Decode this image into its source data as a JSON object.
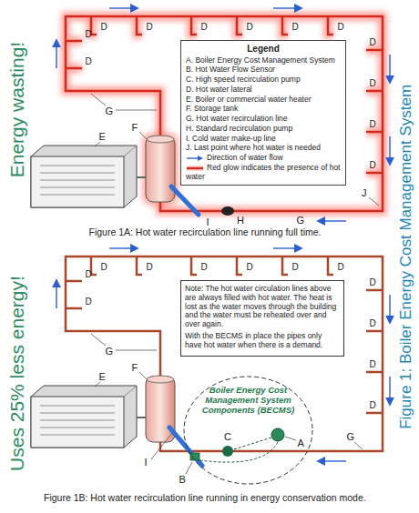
{
  "diagram": {
    "title": "Figure 1: Boiler Energy Cost Management System",
    "nodes": [
      {
        "text": [
          "Note: The hot water circulation lines above are always filled with hot water. The heat is lost as the water moves through the building and the water must be reheated over and over again.",
          "With the BECMS in place the pipes only have hot water when there is a demand."
        ]
      },
      {
        "text": [
          "Boiler Energy Cost Management System Components (BECMS)"
        ]
      }
    ],
    "labels": [
      "Energy wasting!",
      "Uses 25% less energy!",
      "Legend",
      "Figure 1A: Hot water recirculation line running full time.",
      "Figure 1B: Hot water recirculation line running in energy conservation mode.",
      "D",
      "D",
      "D",
      "D",
      "D",
      "D",
      "D",
      "D",
      "D",
      "D",
      "D",
      "D",
      "G",
      "G",
      "E",
      "F",
      "H",
      "I",
      "J",
      "D",
      "D",
      "D",
      "D",
      "D",
      "D",
      "D",
      "D",
      "D",
      "D",
      "D",
      "D",
      "G",
      "G",
      "E",
      "F",
      "I",
      "A",
      "B",
      "C"
    ],
    "legend": [
      {
        "text": "A. Boiler Energy Cost Management System"
      },
      {
        "text": "B. Hot Water Flow Sensor"
      },
      {
        "text": "C. High speed recirculation pump"
      },
      {
        "text": "D. Hot water lateral"
      },
      {
        "text": "E. Boiler or commercial water heater"
      },
      {
        "text": "F. Storage tank"
      },
      {
        "text": "G. Hot water recirculation line"
      },
      {
        "text": "H. Standard recirculation pump"
      },
      {
        "text": "I. Cold water make-up line"
      },
      {
        "text": "J. Last point where hot water is needed"
      },
      {
        "text": "Direction of water flow"
      },
      {
        "text": "Red glow indicates the presence of hot water"
      }
    ]
  }
}
